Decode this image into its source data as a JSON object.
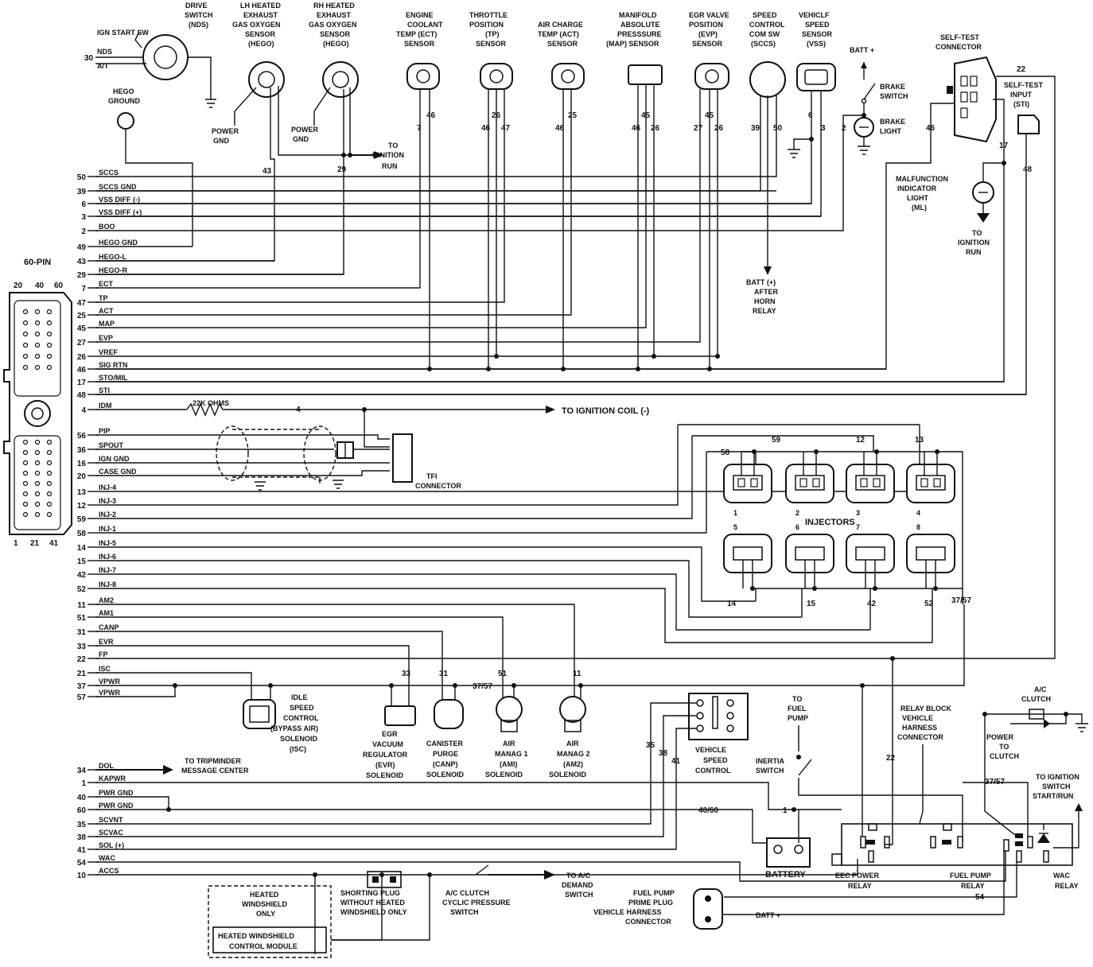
{
  "connector": {
    "title": "60-PIN",
    "top_pins": [
      "20",
      "40",
      "60"
    ],
    "bottom_pins": [
      "1",
      "21",
      "41"
    ]
  },
  "sensors_top": [
    {
      "label": [
        "DRIVE",
        "SWITCH",
        "(NDS)"
      ]
    },
    {
      "label": [
        "LH HEATED",
        "EXHAUST",
        "GAS OXYGEN",
        "SENSOR",
        "(HEGO)"
      ]
    },
    {
      "label": [
        "RH HEATED",
        "EXHAUST",
        "GAS OXYGEN",
        "SENSOR",
        "(HEGO)"
      ]
    },
    {
      "label": [
        "ENGINE",
        "COOLANT",
        "TEMP (ECT)",
        "SENSOR"
      ]
    },
    {
      "label": [
        "THROTTLE",
        "POSITION",
        "(TP)",
        "SENSOR"
      ]
    },
    {
      "label": [
        "AIR CHARGE",
        "TEMP (ACT)",
        "SENSOR"
      ]
    },
    {
      "label": [
        "MANIFOLD",
        "ABSOLUTE",
        "PRESSSURE",
        "(MAP) SENSOR"
      ]
    },
    {
      "label": [
        "EGR VALVE",
        "POSITION",
        "(EVP)",
        "SENSOR"
      ]
    },
    {
      "label": [
        "SPEED",
        "CONTROL",
        "COM SW",
        "(SCCS)"
      ]
    },
    {
      "label": [
        "VEHICLF",
        "SPEED",
        "SENSOR",
        "(VSS)"
      ]
    }
  ],
  "misc": {
    "ign_start_sw": "IGN START SW",
    "nds": "NDS",
    "at": "A/T",
    "hego_ground": [
      "HEGO",
      "GROUND"
    ],
    "power_gnd": [
      "POWER",
      "GND"
    ],
    "to_ignition_run": [
      "TO",
      "IGNITION",
      "RUN"
    ],
    "batt_plus": "BATT +",
    "brake_switch": [
      "BRAKE",
      "SWITCH"
    ],
    "brake_light": [
      "BRAKE",
      "LIGHT"
    ],
    "self_test_connector": [
      "SELF-TEST",
      "CONNECTOR"
    ],
    "self_test_input": [
      "SELF-TEST",
      "INPUT",
      "(STI)"
    ],
    "mil": [
      "MALFUNCTION",
      "INDICATOR",
      "LIGHT",
      "(ML)"
    ],
    "to_ignition_run2": [
      "TO",
      "IGNITION",
      "RUN"
    ],
    "batt_after_horn": [
      "BATT (+)",
      "AFTER",
      "HORN",
      "RELAY"
    ],
    "ohms": "22K OHMS",
    "to_ign_coil": "TO IGNITION COIL (-)",
    "tfi": [
      "TFI",
      "CONNECTOR"
    ],
    "injectors": "INJECTORS",
    "idle_speed": [
      "IDLE",
      "SPEED",
      "CONTROL",
      "(BYPASS AIR)",
      "SOLENOID",
      "(ISC)"
    ],
    "evr": [
      "EGR",
      "VACUUM",
      "REGULATOR",
      "(EVR)",
      "SOLENOID"
    ],
    "canp": [
      "CANISTER",
      "PURGE",
      "(CANP)",
      "SOLENOID"
    ],
    "am1": [
      "AIR",
      "MANAG 1",
      "(AMI)",
      "SOLENOID"
    ],
    "am2": [
      "AIR",
      "MANAG 2",
      "(AM2)",
      "SOLENOID"
    ],
    "vsc": [
      "VEHICLE",
      "SPEED",
      "CONTROL"
    ],
    "to_fuel_pump": [
      "TO",
      "FUEL",
      "PUMP"
    ],
    "inertia": [
      "INERTIA",
      "SWITCH"
    ],
    "relay_block": [
      "RELAY BLOCK",
      "VEHICLE",
      "HARNESS",
      "CONNECTOR"
    ],
    "power_to_clutch": [
      "POWER",
      "TO",
      "CLUTCH"
    ],
    "ac_clutch": [
      "A/C",
      "CLUTCH"
    ],
    "to_ign_switch": [
      "TO IGNITION",
      "SWITCH",
      "START/RUN"
    ],
    "tripminder": [
      "TO TRIPMINDER",
      "MESSAGE CENTER"
    ],
    "battery": "BATTERY",
    "eec_relay": [
      "EEC POWER",
      "RELAY"
    ],
    "fuel_pump_relay": [
      "FUEL PUMP",
      "RELAY"
    ],
    "wac_relay": [
      "WAC",
      "RELAY"
    ],
    "heated_ws": [
      "HEATED",
      "WINDSHIELD",
      "ONLY"
    ],
    "heated_module": [
      "HEATED WINDSHIELD",
      "CONTROL MODULE"
    ],
    "shorting_plug": [
      "SHORTING PLUG",
      "WITHOUT HEATED",
      "WINDSHIELD ONLY"
    ],
    "ac_cyclic": [
      "A/C CLUTCH",
      "CYCLIC PRESSURE",
      "SWITCH"
    ],
    "to_ac_demand": [
      "TO A/C",
      "DEMAND",
      "SWITCH"
    ],
    "prime_plug": [
      "FUEL PUMP",
      "PRIME PLUG",
      "VEHICLE HARNESS",
      "CONNECTOR"
    ],
    "batt_plus2": "BATT +",
    "pin_3757": "37/57",
    "pin_4060": "40/60"
  },
  "wires": [
    {
      "pin": "50",
      "name": "SCCS"
    },
    {
      "pin": "39",
      "name": "SCCS GND"
    },
    {
      "pin": "6",
      "name": "VSS DIFF (-)"
    },
    {
      "pin": "3",
      "name": "VSS DIFF (+)"
    },
    {
      "pin": "2",
      "name": "BOO"
    },
    {
      "pin": "49",
      "name": "HEGO GND"
    },
    {
      "pin": "43",
      "name": "HEGO-L"
    },
    {
      "pin": "29",
      "name": "HEGO-R"
    },
    {
      "pin": "7",
      "name": "ECT"
    },
    {
      "pin": "47",
      "name": "TP"
    },
    {
      "pin": "25",
      "name": "ACT"
    },
    {
      "pin": "45",
      "name": "MAP"
    },
    {
      "pin": "27",
      "name": "EVP"
    },
    {
      "pin": "26",
      "name": "VREF"
    },
    {
      "pin": "46",
      "name": "SIG RTN"
    },
    {
      "pin": "17",
      "name": "STO/MIL"
    },
    {
      "pin": "48",
      "name": "STI"
    },
    {
      "pin": "4",
      "name": "IDM"
    },
    {
      "pin": "56",
      "name": "PIP"
    },
    {
      "pin": "36",
      "name": "SPOUT"
    },
    {
      "pin": "16",
      "name": "IGN GND"
    },
    {
      "pin": "20",
      "name": "CASE GND"
    },
    {
      "pin": "13",
      "name": "INJ-4"
    },
    {
      "pin": "12",
      "name": "INJ-3"
    },
    {
      "pin": "59",
      "name": "INJ-2"
    },
    {
      "pin": "58",
      "name": "INJ-1"
    },
    {
      "pin": "14",
      "name": "INJ-5"
    },
    {
      "pin": "15",
      "name": "INJ-6"
    },
    {
      "pin": "42",
      "name": "INJ-7"
    },
    {
      "pin": "52",
      "name": "INJ-8"
    },
    {
      "pin": "11",
      "name": "AM2"
    },
    {
      "pin": "51",
      "name": "AM1"
    },
    {
      "pin": "31",
      "name": "CANP"
    },
    {
      "pin": "33",
      "name": "EVR"
    },
    {
      "pin": "22",
      "name": "FP"
    },
    {
      "pin": "21",
      "name": "ISC"
    },
    {
      "pin": "37",
      "name": "VPWR"
    },
    {
      "pin": "57",
      "name": "VPWR"
    }
  ],
  "wires_low": [
    {
      "pin": "34",
      "name": "DOL"
    },
    {
      "pin": "1",
      "name": "KAPWR"
    },
    {
      "pin": "40",
      "name": "PWR GND"
    },
    {
      "pin": "60",
      "name": "PWR GND"
    },
    {
      "pin": "35",
      "name": "SCVNT"
    },
    {
      "pin": "38",
      "name": "SCVAC"
    },
    {
      "pin": "41",
      "name": "SOL (+)"
    },
    {
      "pin": "54",
      "name": "WAC"
    },
    {
      "pin": "10",
      "name": "ACCS"
    }
  ],
  "sensor_pins": [
    {
      "a": "7",
      "b": "46"
    },
    {
      "a": "46",
      "b": "26",
      "c": "47"
    },
    {
      "a": "46",
      "b": "25"
    },
    {
      "a": "46",
      "b": "45",
      "c": "26"
    },
    {
      "a": "27",
      "b": "45",
      "c": "26"
    },
    {
      "a": "39",
      "b": "50"
    },
    {
      "a": "6",
      "b": "3"
    }
  ],
  "injector_pins": {
    "top": [
      "58",
      "59",
      "12",
      "13"
    ],
    "bottom": [
      "14",
      "15",
      "42",
      "52"
    ],
    "nums_top": [
      "1",
      "2",
      "3",
      "4"
    ],
    "nums_bottom": [
      "5",
      "6",
      "7",
      "8"
    ],
    "tail": "37/57"
  },
  "solenoid_pins": {
    "evr": "33",
    "canp": "31",
    "am1": "51",
    "am2": "11"
  },
  "misc_pins": {
    "p43": "43",
    "p29": "29",
    "p2": "2",
    "p46": "46",
    "p17": "17",
    "p48": "48",
    "p22": "22",
    "p22b": "22",
    "p4": "4",
    "p35": "35",
    "p38": "38",
    "p41": "41",
    "p1": "1",
    "p54": "54"
  }
}
